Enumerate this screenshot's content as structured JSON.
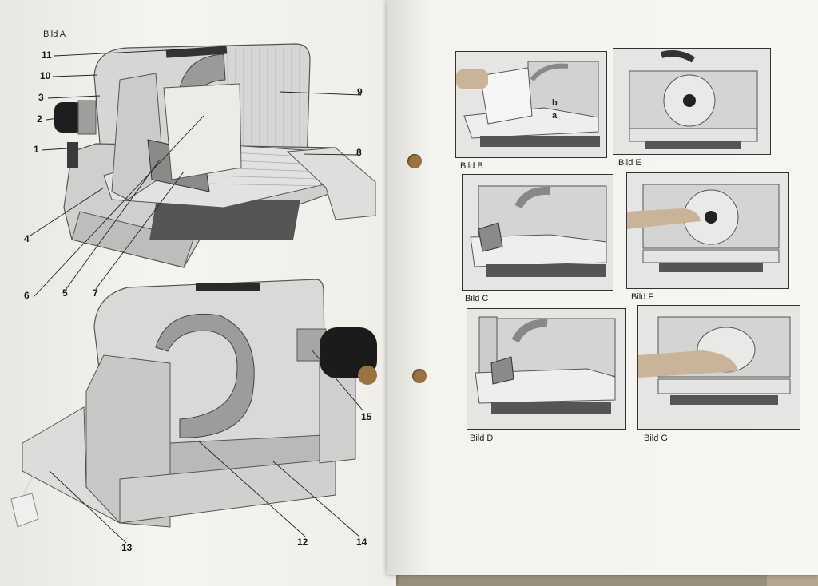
{
  "left_page": {
    "figure_label": "Bild A",
    "callouts": [
      "11",
      "10",
      "3",
      "2",
      "1",
      "9",
      "8",
      "4",
      "6",
      "5",
      "7",
      "15",
      "13",
      "12",
      "14"
    ]
  },
  "right_page": {
    "panels": [
      {
        "caption": "Bild B",
        "marks": [
          "b",
          "a"
        ]
      },
      {
        "caption": "Bild E"
      },
      {
        "caption": "Bild C"
      },
      {
        "caption": "Bild F"
      },
      {
        "caption": "Bild D"
      },
      {
        "caption": "Bild G"
      }
    ]
  },
  "colors": {
    "paper": "#f4f3ef",
    "ink": "#1a1a1a",
    "background": "#9a8f7e",
    "hole": "#9a7440"
  }
}
